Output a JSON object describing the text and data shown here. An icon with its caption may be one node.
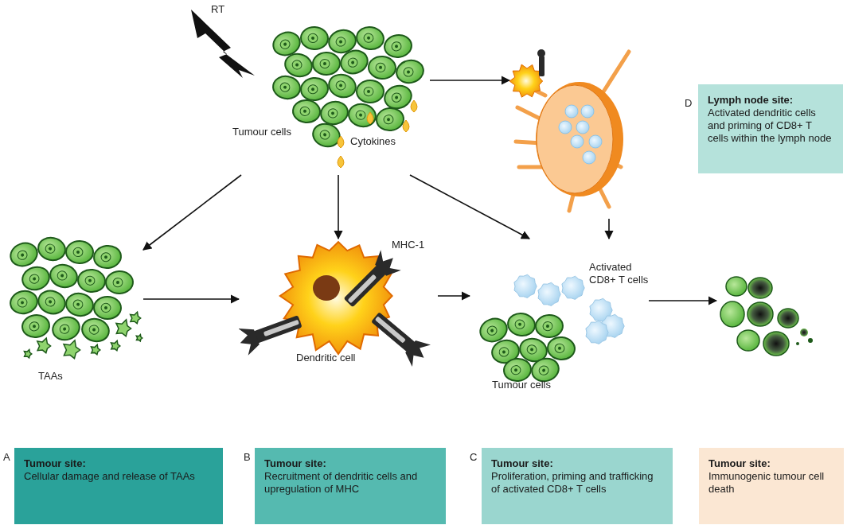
{
  "diagram": {
    "nodes": [
      {
        "text": [
          "Tumour cells",
          "Cytokines"
        ]
      },
      {
        "text": [],
        "shape": "picture"
      },
      {
        "text": [
          "TAAs"
        ]
      },
      {
        "text": [
          "Dendritic cell",
          "MHC-1"
        ]
      },
      {
        "text": [
          "Activated CD8+ T cells",
          "Tumour cells"
        ]
      },
      {
        "text": [],
        "shape": "picture"
      },
      {
        "text": [
          "Tumour site:",
          "Cellular damage and release of TAAs"
        ],
        "beside": [
          "A"
        ]
      },
      {
        "text": [
          "Tumour site:",
          "Recruitment  of dendritic cells and upregulation of MHC"
        ],
        "beside": [
          "B"
        ]
      },
      {
        "text": [
          "Tumour site:",
          "Proliferation, priming and trafficking of activated CD8+ T cells"
        ],
        "beside": [
          "C"
        ]
      },
      {
        "text": [
          "Tumour site:",
          "Immunogenic tumour cell death"
        ]
      },
      {
        "text": [
          "Lymph node site:",
          "Activated dendritic cells and priming of CD8+ T cells within the lymph node"
        ],
        "beside": [
          "D"
        ]
      }
    ],
    "edges": [
      {
        "from": 0,
        "to": 1,
        "arrow": "to"
      },
      {
        "from": 0,
        "to": 2,
        "arrow": "to"
      },
      {
        "from": 0,
        "to": 3,
        "arrow": "to"
      },
      {
        "from": 0,
        "to": 4,
        "arrow": "to"
      },
      {
        "from": 1,
        "to": 4,
        "arrow": "to"
      },
      {
        "from": 2,
        "to": 3,
        "arrow": "to"
      },
      {
        "from": 3,
        "to": 4,
        "arrow": "to"
      },
      {
        "from": 4,
        "to": 5,
        "arrow": "to"
      }
    ],
    "labels": [
      "RT"
    ]
  }
}
